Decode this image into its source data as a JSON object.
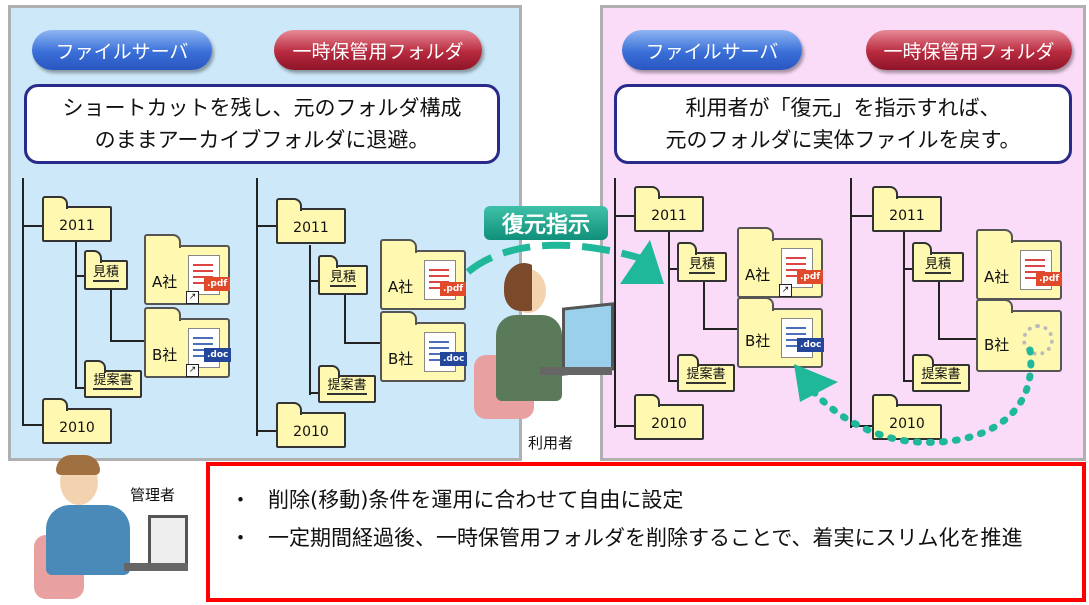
{
  "left_panel": {
    "file_server_label": "ファイルサーバ",
    "temp_folder_label": "一時保管用フォルダ",
    "message_line1": "ショートカットを残し、元のフォルダ構成",
    "message_line2": "のままアーカイブフォルダに退避。",
    "tree_a": {
      "year_top": "2011",
      "sub1": "見積",
      "sub2": "提案書",
      "year_bottom": "2010",
      "file_a": "A社",
      "file_b": "B社"
    },
    "tree_b": {
      "year_top": "2011",
      "sub1": "見積",
      "sub2": "提案書",
      "year_bottom": "2010",
      "file_a": "A社",
      "file_b": "B社"
    }
  },
  "right_panel": {
    "file_server_label": "ファイルサーバ",
    "temp_folder_label": "一時保管用フォルダ",
    "message_line1": "利用者が「復元」を指示すれば、",
    "message_line2": "元のフォルダに実体ファイルを戻す。",
    "tree_a": {
      "year_top": "2011",
      "sub1": "見積",
      "sub2": "提案書",
      "year_bottom": "2010",
      "file_a": "A社",
      "file_b": "B社"
    },
    "tree_b": {
      "year_top": "2011",
      "sub1": "見積",
      "sub2": "提案書",
      "year_bottom": "2010",
      "file_a": "A社",
      "file_b": "B社"
    }
  },
  "restore_label": "復元指示",
  "user_label": "利用者",
  "admin_label": "管理者",
  "badges": {
    "pdf": ".pdf",
    "doc": ".doc"
  },
  "bullets": {
    "mark": "・",
    "item1": "削除(移動)条件を運用に合わせて自由に設定",
    "item2": "一定期間経過後、一時保管用フォルダを削除することで、着実にスリム化を推進"
  },
  "colors": {
    "left_bg": "#cde8f8",
    "right_bg": "#fbdcf8",
    "restore": "#10907a",
    "red_border": "#ff0000"
  }
}
